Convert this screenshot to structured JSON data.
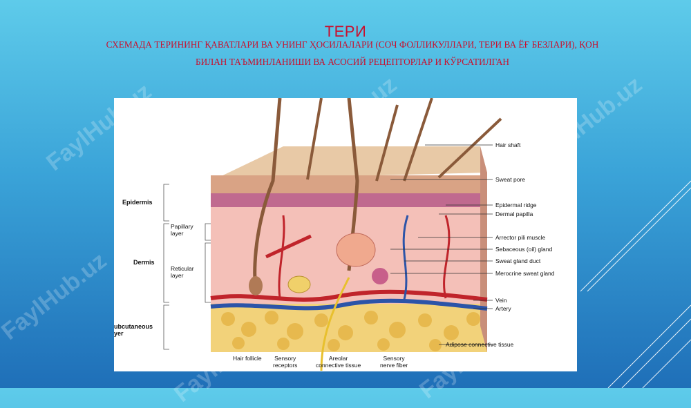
{
  "slide": {
    "title": "ТЕРИ",
    "subtitle_line1": "СХЕМАДА ТЕРИНИНГ ҚАВАТЛАРИ ВА УНИНГ ҲОСИЛАЛАРИ (СОЧ ФОЛЛИКУЛЛАРИ, ТЕРИ  ВА ЁҒ БЕЗЛАРИ), ҚОН",
    "subtitle_line2": "БИЛАН ТАЪМИНЛАНИШИ  ВА АСОСИЙ РЕЦЕПТОРЛАР И КЎРСАТИЛГАН",
    "watermark": "FaylHub.uz"
  },
  "diagram": {
    "left_labels": {
      "epidermis": "Epidermis",
      "papillary_layer": "Papillary\nlayer",
      "dermis": "Dermis",
      "reticular_layer": "Reticular\nlayer",
      "subcutaneous_layer": "ubcutaneous\nyer"
    },
    "right_labels": [
      "Hair shaft",
      "Sweat pore",
      "Epidermal ridge",
      "Dermal papilla",
      "Arrector pili muscle",
      "Sebaceous (oil) gland",
      "Sweat gland duct",
      "Merocrine sweat gland",
      "Vein",
      "Artery",
      "Adipose connective tissue"
    ],
    "bottom_labels": [
      "Hair follicle",
      "Sensory\nreceptors",
      "Areolar\nconnective tissue",
      "Sensory\nnerve fiber"
    ]
  },
  "colors": {
    "title": "#c8102e",
    "background_top": "#5ecbea",
    "background_bottom": "#1f6fb8"
  }
}
